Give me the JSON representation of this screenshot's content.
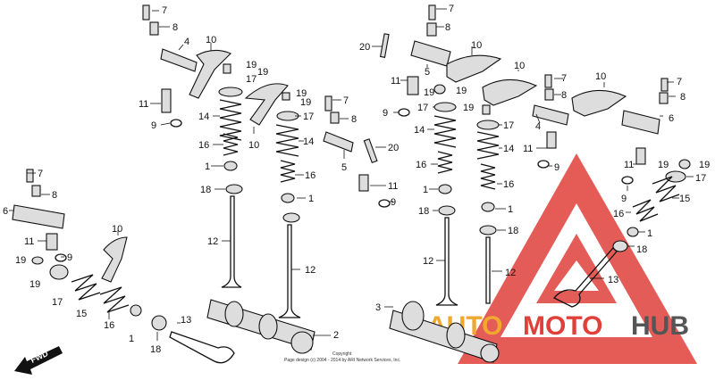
{
  "diagram": {
    "callouts": {
      "c7a": "7",
      "c8a": "8",
      "c4a": "4",
      "c10a": "10",
      "c19a": "19",
      "c19b": "19",
      "c17a": "17",
      "c11a": "11",
      "c9a": "9",
      "c14a": "14",
      "c16a": "16",
      "c1a": "1",
      "c18a": "18",
      "c12a": "12",
      "c10b": "10",
      "c19c": "19",
      "c19d": "19",
      "c7b": "7",
      "c8b": "8",
      "c17b": "17",
      "c14b": "14",
      "c5a": "5",
      "c20a": "20",
      "c16b": "16",
      "c11b": "11",
      "c1b": "1",
      "c9b": "9",
      "c12b": "12",
      "c2a": "2",
      "c7c": "7",
      "c8c": "8",
      "c6a": "6",
      "c11c": "11",
      "c19e": "19",
      "c9c": "9",
      "c19f": "19",
      "c10c": "10",
      "c17c": "17",
      "c15a": "15",
      "c16c": "16",
      "c1c": "1",
      "c18b": "18",
      "c13a": "13",
      "c7d": "7",
      "c8d": "8",
      "c20b": "20",
      "c10d": "10",
      "c5b": "5",
      "c11d": "11",
      "c19g": "19",
      "c19h": "19",
      "c10e": "10",
      "c7e": "7",
      "c8e": "8",
      "c17d": "17",
      "c19i": "19",
      "c17e": "17",
      "c9d": "9",
      "c14c": "14",
      "c14d": "14",
      "c4b": "4",
      "c10f": "10",
      "c7f": "7",
      "c8f": "8",
      "c6b": "6",
      "c11e": "11",
      "c9e": "9",
      "c16d": "16",
      "c16e": "16",
      "c1d": "1",
      "c1e": "1",
      "c18c": "18",
      "c18d": "18",
      "c12c": "12",
      "c12d": "12",
      "c3a": "3",
      "c13b": "13",
      "c19j": "19",
      "c19k": "19",
      "c17f": "17",
      "c15b": "15",
      "c16f": "16",
      "c11f": "11",
      "c9f": "9",
      "c1f": "1",
      "c18e": "18"
    },
    "fwd_label": "FWD",
    "copyright_line1": "Copyright",
    "copyright_line2": "Page design (c) 2004 - 2014 by ARI Network Services, Inc.",
    "watermark": {
      "part1": "AUTO",
      "part2": "MOTO",
      "part3": "HUB"
    }
  },
  "colors": {
    "watermark_red": "#e0403a",
    "watermark_orange": "#f0a830",
    "watermark_gray": "#555555",
    "line": "#111111"
  }
}
